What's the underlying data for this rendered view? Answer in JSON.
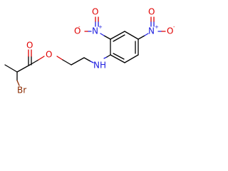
{
  "colors": {
    "carbon_bond": "#000000",
    "oxygen": "#e00000",
    "nitrogen": "#2020e0",
    "bromine": "#8a2a00"
  },
  "atoms": {
    "carbonyl_oxygen": "O",
    "ester_oxygen": "O",
    "amine_n": "N",
    "amine_h": "H",
    "bromine": "Br",
    "nitro1_n": "N",
    "nitro1_plus": "+",
    "nitro1_o_top": "O",
    "nitro1_o_left": "O",
    "nitro1_minus": "-",
    "nitro2_n": "N",
    "nitro2_plus": "+",
    "nitro2_o_top": "O",
    "nitro2_o_right": "O",
    "nitro2_minus": "-"
  }
}
